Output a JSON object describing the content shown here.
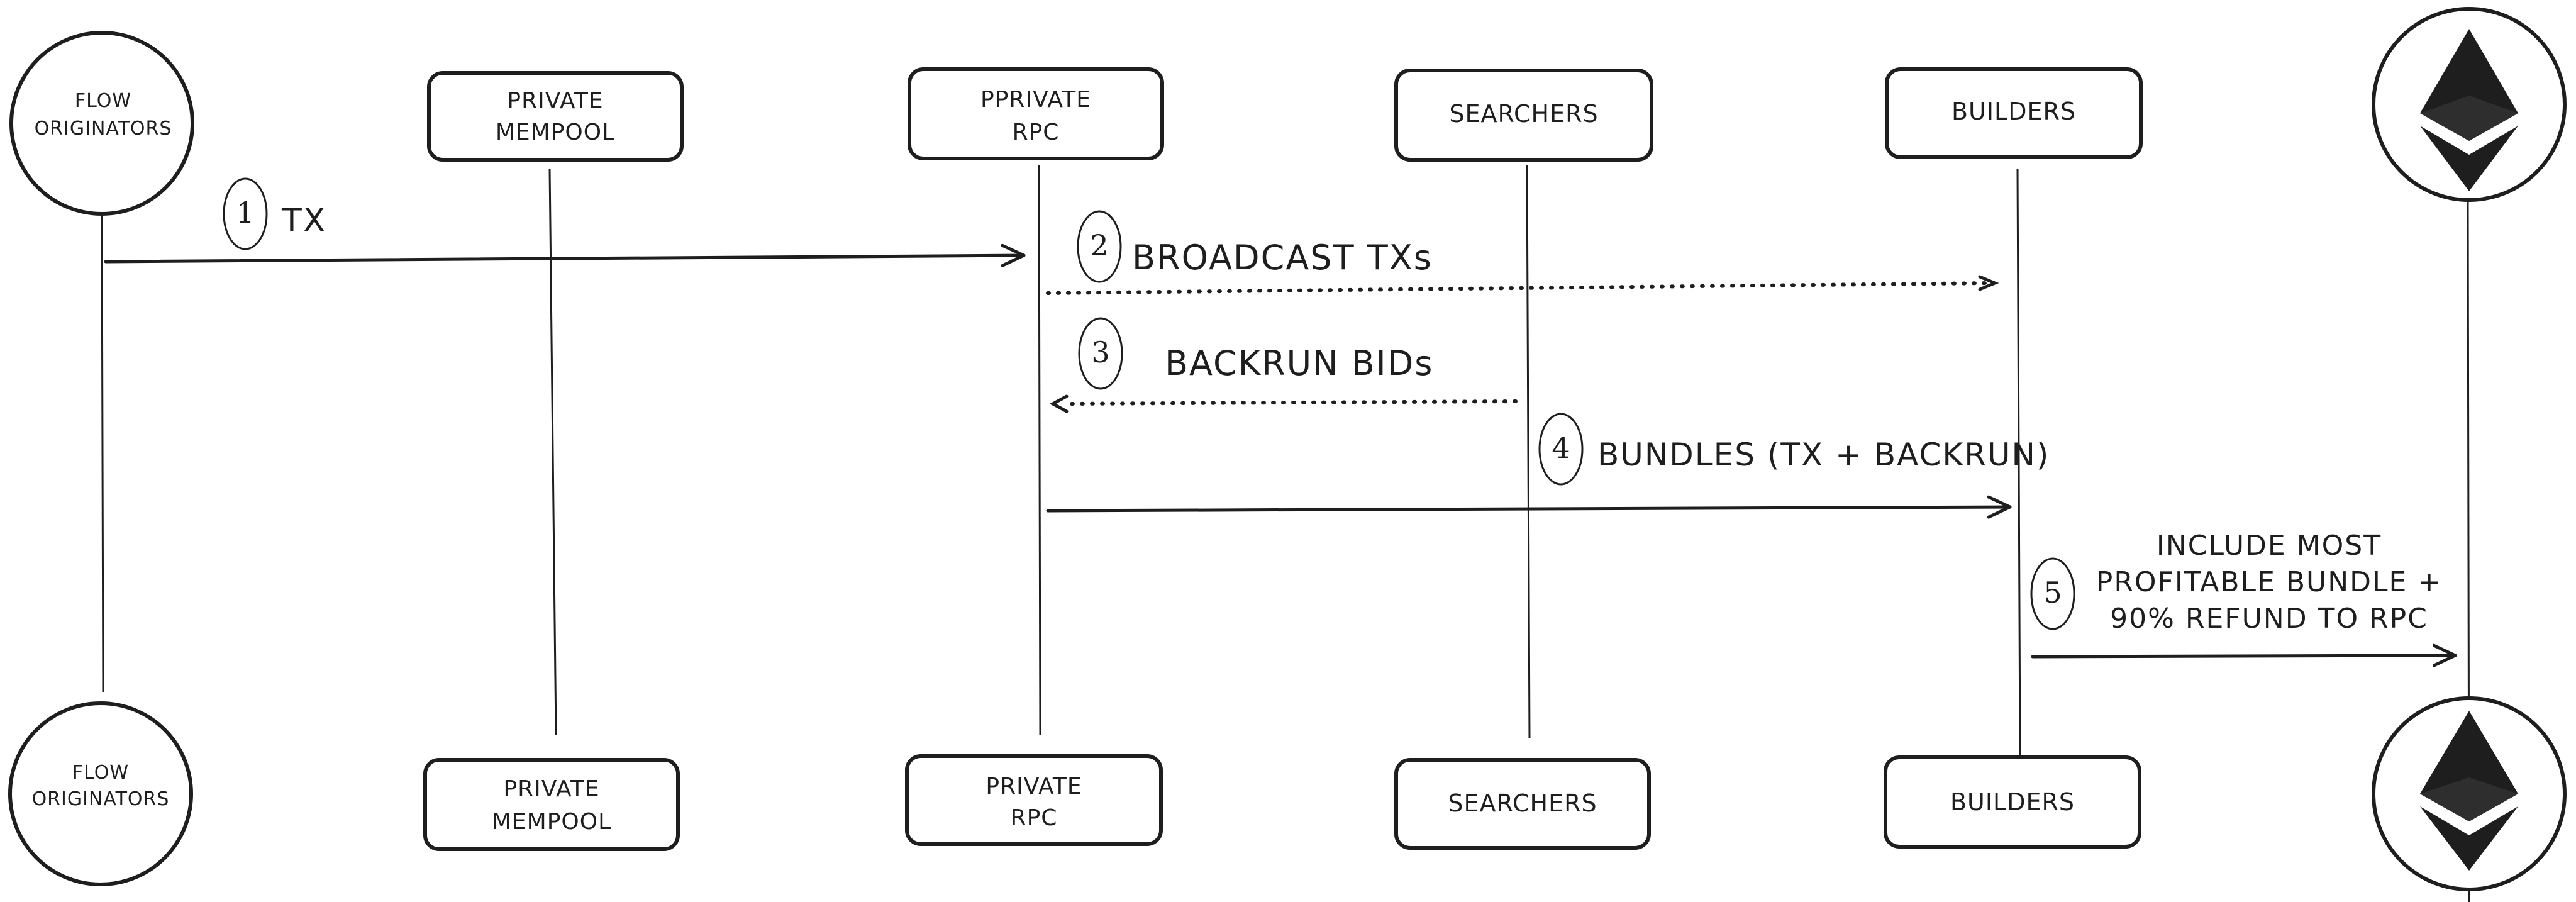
{
  "actors": {
    "flow_originators": {
      "line1": "FLOW",
      "line2": "ORIGINATORS"
    },
    "private_mempool_top": {
      "line1": "PRIVATE",
      "line2": "MEMPOOL"
    },
    "private_rpc_top": {
      "line1": "PPRIVATE",
      "line2": "RPC"
    },
    "searchers": {
      "line1": "SEARCHERS"
    },
    "builders": {
      "line1": "BUILDERS"
    },
    "private_mempool_bottom": {
      "line1": "PRIVATE",
      "line2": "MEMPOOL"
    },
    "private_rpc_bottom": {
      "line1": "PRIVATE",
      "line2": "RPC"
    },
    "ethereum": {
      "icon": "ethereum-logo-icon"
    }
  },
  "messages": [
    {
      "step": "1",
      "label": "TX",
      "style": "solid"
    },
    {
      "step": "2",
      "label": "BROADCAST  TXs",
      "style": "dotted"
    },
    {
      "step": "3",
      "label": "BACKRUN BIDs",
      "style": "dotted"
    },
    {
      "step": "4",
      "label": "BUNDLES (TX + BACKRUN)",
      "style": "solid"
    },
    {
      "step": "5",
      "label_lines": [
        "INCLUDE MOST",
        "PROFITABLE BUNDLE +",
        "90% REFUND TO RPC"
      ],
      "style": "solid"
    }
  ],
  "colors": {
    "ink": "#1e1e1e",
    "background": "#ffffff"
  }
}
